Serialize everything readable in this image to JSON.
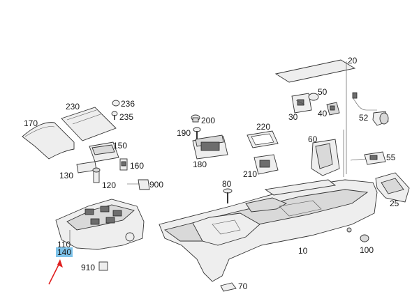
{
  "diagram": {
    "highlight_color": "#7ec3ea",
    "arrow_color": "#e02020",
    "highlighted_callout": "140",
    "callouts": {
      "p10": "10",
      "p20": "20",
      "p25": "25",
      "p30": "30",
      "p40": "40",
      "p50": "50",
      "p52": "52",
      "p55": "55",
      "p60": "60",
      "p70": "70",
      "p80": "80",
      "p100": "100",
      "p110": "110",
      "p120": "120",
      "p130": "130",
      "p140": "140",
      "p150": "150",
      "p160": "160",
      "p170": "170",
      "p180": "180",
      "p190": "190",
      "p200": "200",
      "p210": "210",
      "p220": "220",
      "p230": "230",
      "p235": "235",
      "p236": "236",
      "p900": "900",
      "p910": "910"
    }
  }
}
